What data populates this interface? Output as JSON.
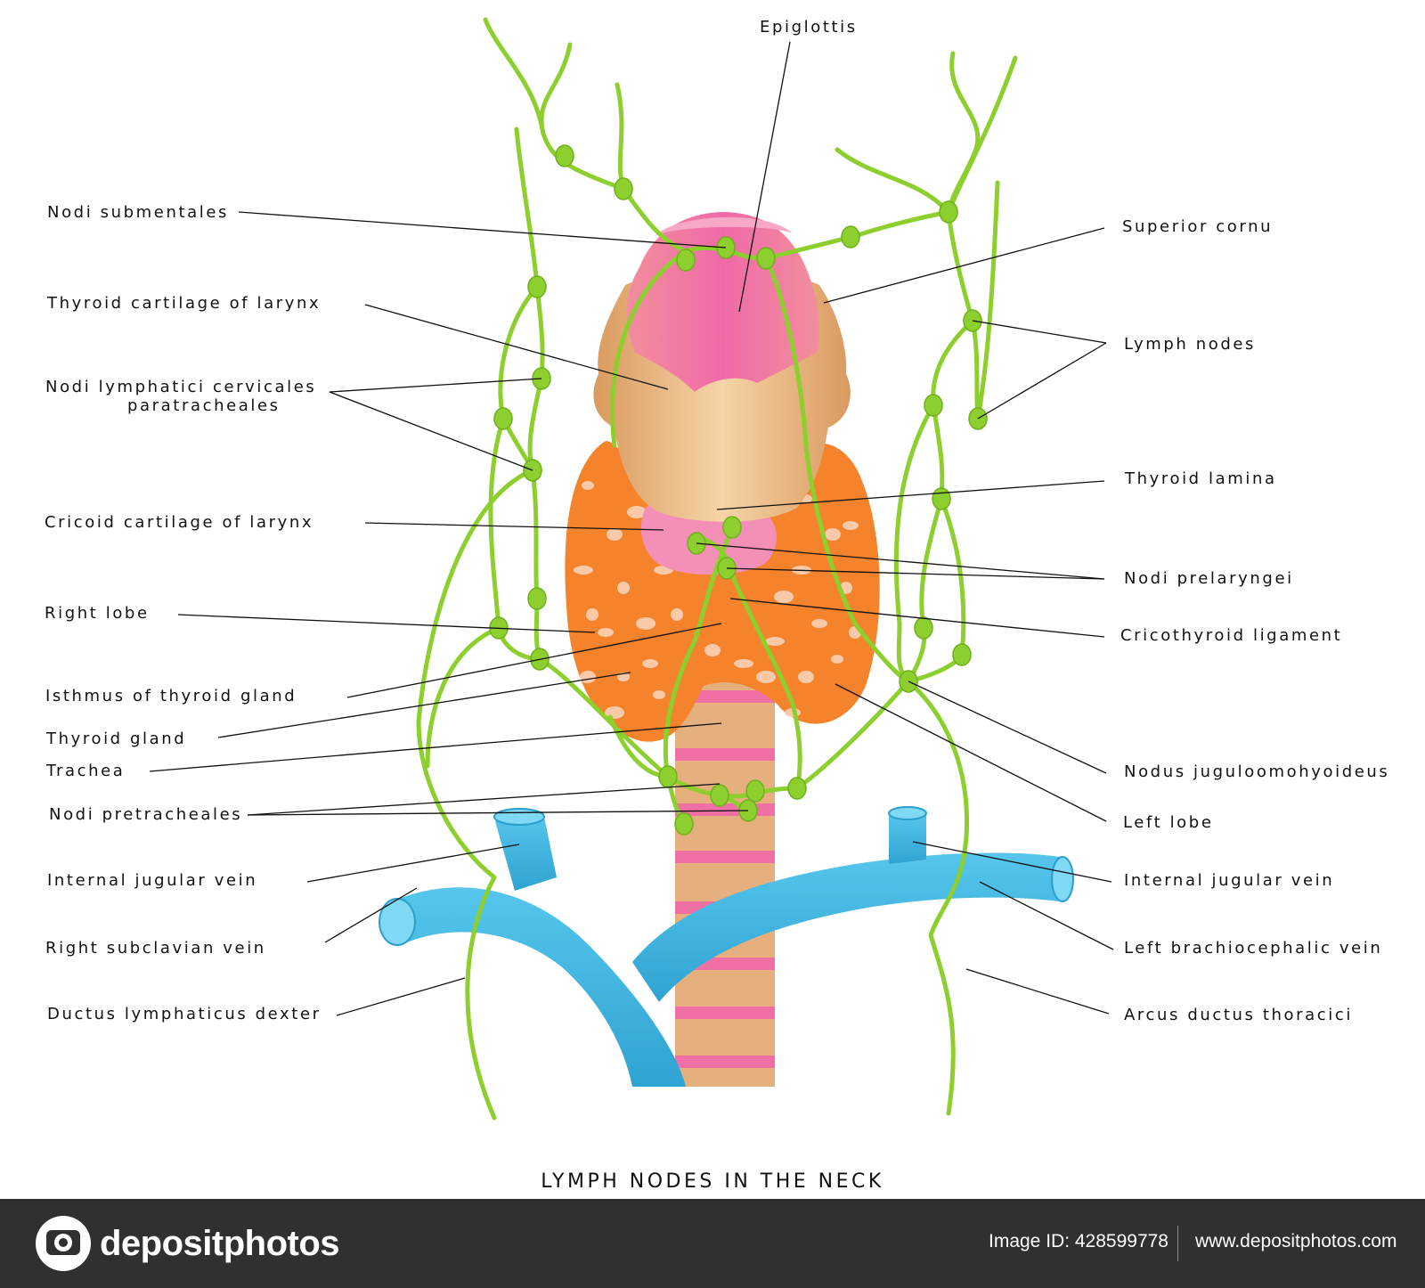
{
  "diagram": {
    "title": "LYMPH NODES IN THE NECK",
    "labels": {
      "epiglottis": "Epiglottis",
      "nodi_submentales": "Nodi submentales",
      "superior_cornu": "Superior cornu",
      "thyroid_cartilage": "Thyroid cartilage of larynx",
      "lymph_nodes": "Lymph nodes",
      "nodi_cervicales_1": "Nodi lymphatici cervicales",
      "nodi_cervicales_2": "paratracheales",
      "thyroid_lamina": "Thyroid lamina",
      "cricoid_cartilage": "Cricoid cartilage of larynx",
      "nodi_prelaryngei": "Nodi prelaryngei",
      "right_lobe": "Right lobe",
      "cricothyroid_ligament": "Cricothyroid ligament",
      "isthmus": "Isthmus of thyroid gland",
      "thyroid_gland": "Thyroid gland",
      "trachea": "Trachea",
      "nodus_juguloomohyoideus": "Nodus juguloomohyoideus",
      "nodi_pretracheales": "Nodi pretracheales",
      "left_lobe": "Left lobe",
      "internal_jugular_right": "Internal jugular vein",
      "internal_jugular_left": "Internal jugular vein",
      "right_subclavian": "Right subclavian vein",
      "left_brachiocephalic": "Left brachiocephalic vein",
      "ductus_lymphaticus": "Ductus lymphaticus dexter",
      "arcus_ductus": "Arcus ductus thoracici"
    },
    "colors": {
      "lymph": "#8ccf2e",
      "vein": "#3fb3dd",
      "thyroid": "#f5832b",
      "cartilage": "#e8b682",
      "epiglottis": "#f07aa0",
      "trachea_ring": "#f06fa5"
    }
  },
  "footer": {
    "brand": "depositphotos",
    "brand_icon": "camera-icon",
    "image_id": "Image ID: 428599778",
    "website": "www.depositphotos.com"
  }
}
